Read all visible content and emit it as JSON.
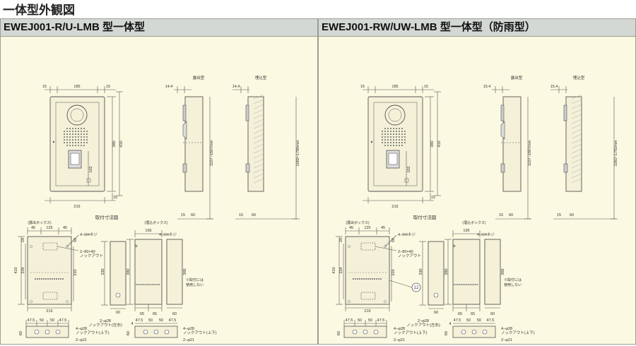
{
  "page_title": "一体型外観図",
  "panels": [
    {
      "header": "EWEJ001-R/U-LMB 型一体型",
      "view_surface": "露出型",
      "view_flush": "埋込型",
      "front_dims": {
        "side": "15",
        "width": "185",
        "total_w": "215",
        "height": "380",
        "total_h": "410",
        "sub": "102"
      },
      "side_dims": {
        "depth": "14.4",
        "range": "1107~1807mm",
        "d1": "15",
        "d2": "60"
      },
      "flush_dims": {
        "depth": "14.4",
        "range": "1080~1780mm",
        "d1": "15",
        "d2": "60"
      },
      "mount_title": "取付寸法図",
      "box_surface": "(露出ボックス)",
      "box_flush": "(埋込ボックス)",
      "m_top": [
        "45",
        "125",
        "45"
      ],
      "m_side": [
        "28",
        "334",
        "410",
        "310",
        "50"
      ],
      "m_bottom": "215",
      "screw_l": "4−M4ネジ",
      "knock_80": "2−80×40",
      "knock_label": "ノックアウト",
      "w195": "195",
      "h330": "330",
      "h380": "380",
      "h366": "366",
      "pair65": [
        "65",
        "65"
      ],
      "d60a": "60",
      "d60b": "60",
      "note": "※取付には使用しない",
      "phi28_side": "2−φ28",
      "knock_lr": "ノックアウト(左右)",
      "bot_dims": [
        "47.5",
        "50",
        "50",
        "47.5"
      ],
      "h60": "60",
      "h4": "4",
      "phi28": "4−φ28",
      "knock_ud": "ノックアウト(上下)",
      "phi21": "2−φ21",
      "badge": ""
    },
    {
      "header": "EWEJ001-RW/UW-LMB 型一体型（防雨型）",
      "view_surface": "露出型",
      "view_flush": "埋込型",
      "front_dims": {
        "side": "15",
        "width": "185",
        "total_w": "215",
        "height": "380",
        "total_h": "410",
        "sub": "102"
      },
      "side_dims": {
        "depth": "15.4",
        "range": "1107~1807mm",
        "d1": "15",
        "d2": "60"
      },
      "flush_dims": {
        "depth": "15.4",
        "range": "1092~1792mm",
        "d1": "15",
        "d2": "60"
      },
      "mount_title": "取付寸法図",
      "box_surface": "(露出ボックス)",
      "box_flush": "(埋込ボックス)",
      "m_top": [
        "45",
        "125",
        "45"
      ],
      "m_side": [
        "28",
        "334",
        "410",
        "310",
        "50"
      ],
      "m_bottom": "215",
      "screw_l": "4−M4ネジ",
      "knock_80": "2−80×40",
      "knock_label": "ノックアウト",
      "w195": "195",
      "h330": "330",
      "h380": "380",
      "h366": "366",
      "pair65": [
        "65",
        "65"
      ],
      "d60a": "60",
      "d60b": "60",
      "note": "※取付には使用しない",
      "phi28_side": "2−φ28",
      "knock_lr": "ノックアウト(左右)",
      "bot_dims": [
        "47.5",
        "50",
        "50",
        "47.5"
      ],
      "h60": "60",
      "h4": "4",
      "phi28": "4−φ28",
      "knock_ud": "ノックアウト(上下)",
      "phi21": "2−φ21",
      "badge": "12"
    }
  ]
}
